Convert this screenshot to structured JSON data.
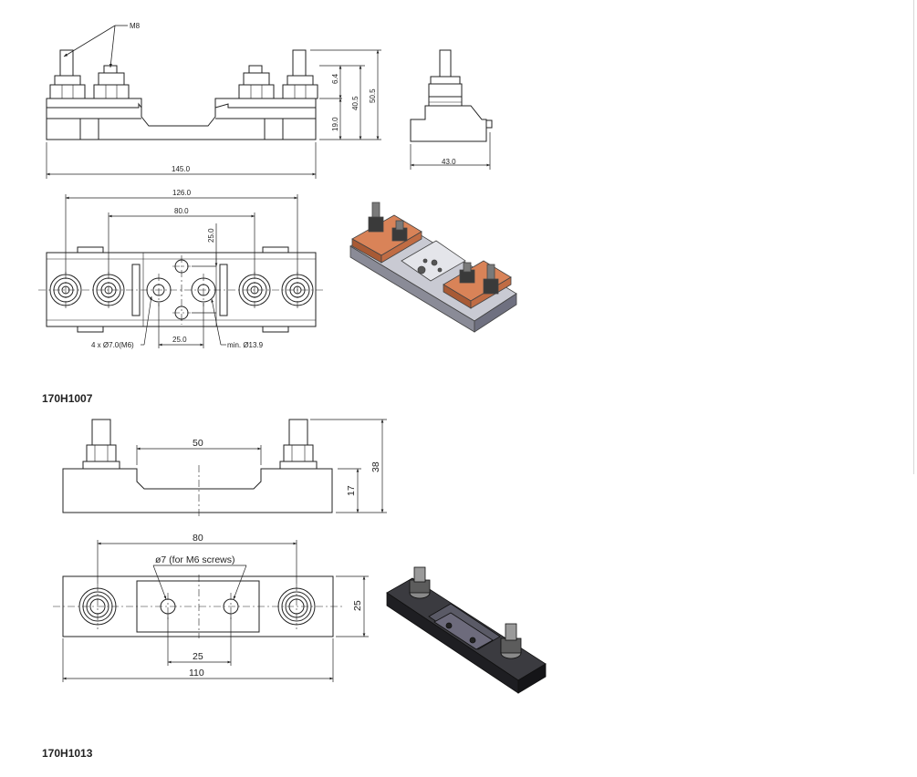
{
  "parts": [
    {
      "part_number": "170H1007",
      "thread_label": "M8",
      "dimensions": {
        "stud_height": "6.4",
        "total_height": "50.5",
        "body_height": "40.5",
        "base_height": "19.0",
        "overall_length": "145.0",
        "depth": "43.0",
        "terminal_spacing": "126.0",
        "mount_spacing": "80.0",
        "hole_pitch_vertical": "25.0",
        "hole_pitch_horizontal": "25.0",
        "hole_note": "4 x Ø7.0(M6)",
        "min_diameter_note": "min. Ø13.9"
      }
    },
    {
      "part_number": "170H1013",
      "dimensions": {
        "slot_width": "50",
        "total_height": "38",
        "base_height": "17",
        "mount_spacing": "80",
        "hole_note": "ø7  (for M6 screws)",
        "width": "25",
        "hole_pitch": "25",
        "overall_length": "110"
      }
    }
  ]
}
